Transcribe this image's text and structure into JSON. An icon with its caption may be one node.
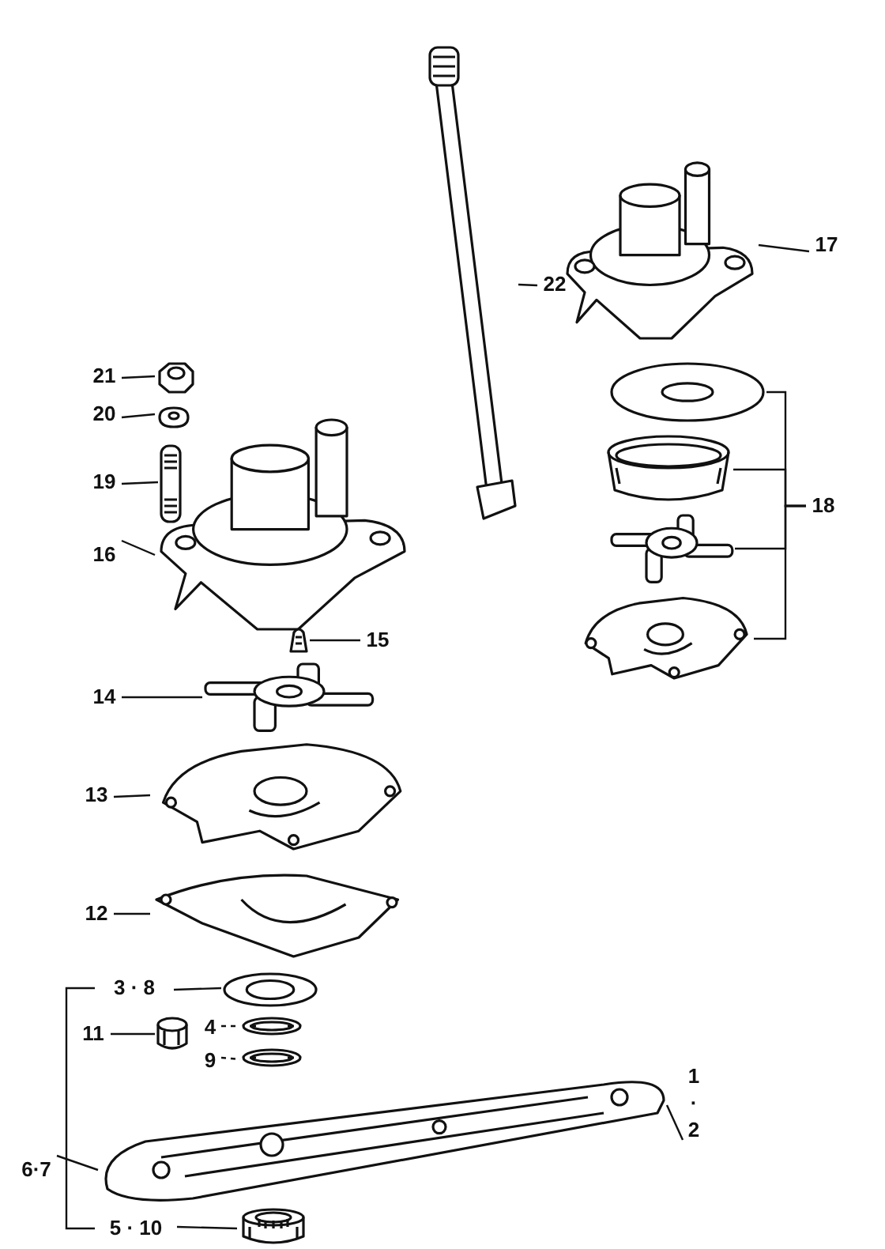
{
  "diagram": {
    "nodes": [
      {
        "text": [
          "22"
        ]
      },
      {
        "text": [],
        "shape": "picture"
      },
      {
        "text": [
          "17"
        ]
      },
      {
        "text": [],
        "shape": "picture"
      },
      {
        "text": [
          "21"
        ]
      },
      {
        "text": [],
        "shape": "picture"
      },
      {
        "text": [
          "20"
        ]
      },
      {
        "text": [],
        "shape": "picture"
      },
      {
        "text": [
          "19"
        ]
      },
      {
        "text": [],
        "shape": "picture"
      },
      {
        "text": [
          "16"
        ]
      },
      {
        "text": [],
        "shape": "picture"
      },
      {
        "text": [
          "18"
        ]
      },
      {
        "text": [],
        "shape": "picture"
      },
      {
        "text": [],
        "shape": "picture"
      },
      {
        "text": [],
        "shape": "picture"
      },
      {
        "text": [],
        "shape": "picture"
      },
      {
        "text": [
          "15"
        ]
      },
      {
        "text": [],
        "shape": "picture"
      },
      {
        "text": [
          "14"
        ]
      },
      {
        "text": [],
        "shape": "picture"
      },
      {
        "text": [
          "13"
        ]
      },
      {
        "text": [],
        "shape": "picture"
      },
      {
        "text": [
          "12"
        ]
      },
      {
        "text": [],
        "shape": "picture"
      },
      {
        "text": [
          "3 · 8"
        ]
      },
      {
        "text": [],
        "shape": "picture"
      },
      {
        "text": [
          "4"
        ]
      },
      {
        "text": [],
        "shape": "picture"
      },
      {
        "text": [
          "9"
        ]
      },
      {
        "text": [],
        "shape": "picture"
      },
      {
        "text": [
          "11"
        ]
      },
      {
        "text": [],
        "shape": "picture"
      },
      {
        "text": [
          "6·7"
        ]
      },
      {
        "text": [],
        "shape": "picture"
      },
      {
        "text": [
          "5 · 10"
        ]
      },
      {
        "text": [],
        "shape": "picture"
      },
      {
        "text": [
          "1 · 2"
        ]
      }
    ],
    "edges": [
      {
        "from": 0,
        "to": 1,
        "arrow": "none"
      },
      {
        "from": 2,
        "to": 3,
        "arrow": "none"
      },
      {
        "from": 4,
        "to": 5,
        "arrow": "none"
      },
      {
        "from": 6,
        "to": 7,
        "arrow": "none"
      },
      {
        "from": 8,
        "to": 9,
        "arrow": "none"
      },
      {
        "from": 10,
        "to": 11,
        "arrow": "none"
      },
      {
        "from": 12,
        "to": 13,
        "arrow": "none"
      },
      {
        "from": 12,
        "to": 14,
        "arrow": "none"
      },
      {
        "from": 12,
        "to": 15,
        "arrow": "none"
      },
      {
        "from": 12,
        "to": 16,
        "arrow": "none"
      },
      {
        "from": 17,
        "to": 18,
        "arrow": "none"
      },
      {
        "from": 19,
        "to": 20,
        "arrow": "none"
      },
      {
        "from": 21,
        "to": 22,
        "arrow": "none"
      },
      {
        "from": 23,
        "to": 24,
        "arrow": "none"
      },
      {
        "from": 25,
        "to": 26,
        "arrow": "none"
      },
      {
        "from": 27,
        "to": 28,
        "arrow": "none",
        "style": "dashed"
      },
      {
        "from": 29,
        "to": 30,
        "arrow": "none",
        "style": "dashed"
      },
      {
        "from": 31,
        "to": 32,
        "arrow": "none"
      },
      {
        "from": 33,
        "to": 34,
        "arrow": "none"
      },
      {
        "from": 35,
        "to": 36,
        "arrow": "none"
      },
      {
        "from": 37,
        "to": 34,
        "arrow": "none"
      }
    ]
  }
}
